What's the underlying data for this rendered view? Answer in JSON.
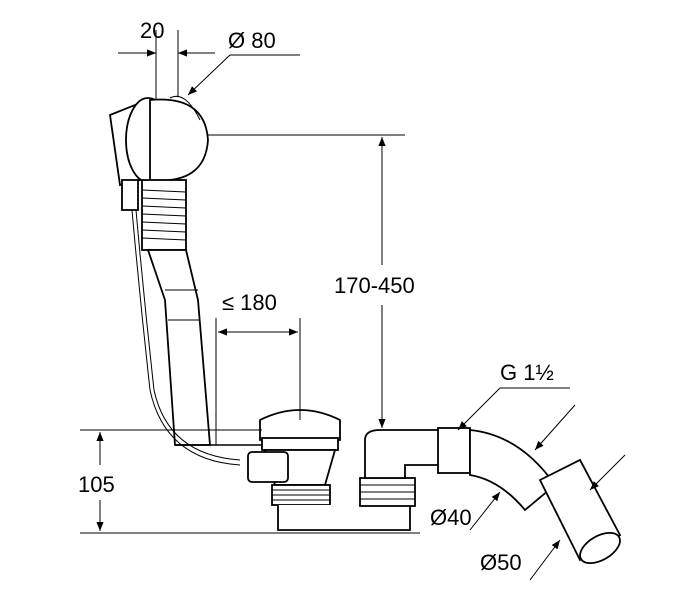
{
  "title": "Bath waste and overflow set dimension drawing",
  "dimensions": {
    "rod_width": "20",
    "overflow_diameter": "Ø 80",
    "waste_distance": "≤ 180",
    "height_range": "170-450",
    "thread": "G 1½",
    "trap_height": "105",
    "outlet_40": "Ø40",
    "outlet_50": "Ø50"
  },
  "colors": {
    "line": "#000000",
    "background": "#ffffff"
  }
}
